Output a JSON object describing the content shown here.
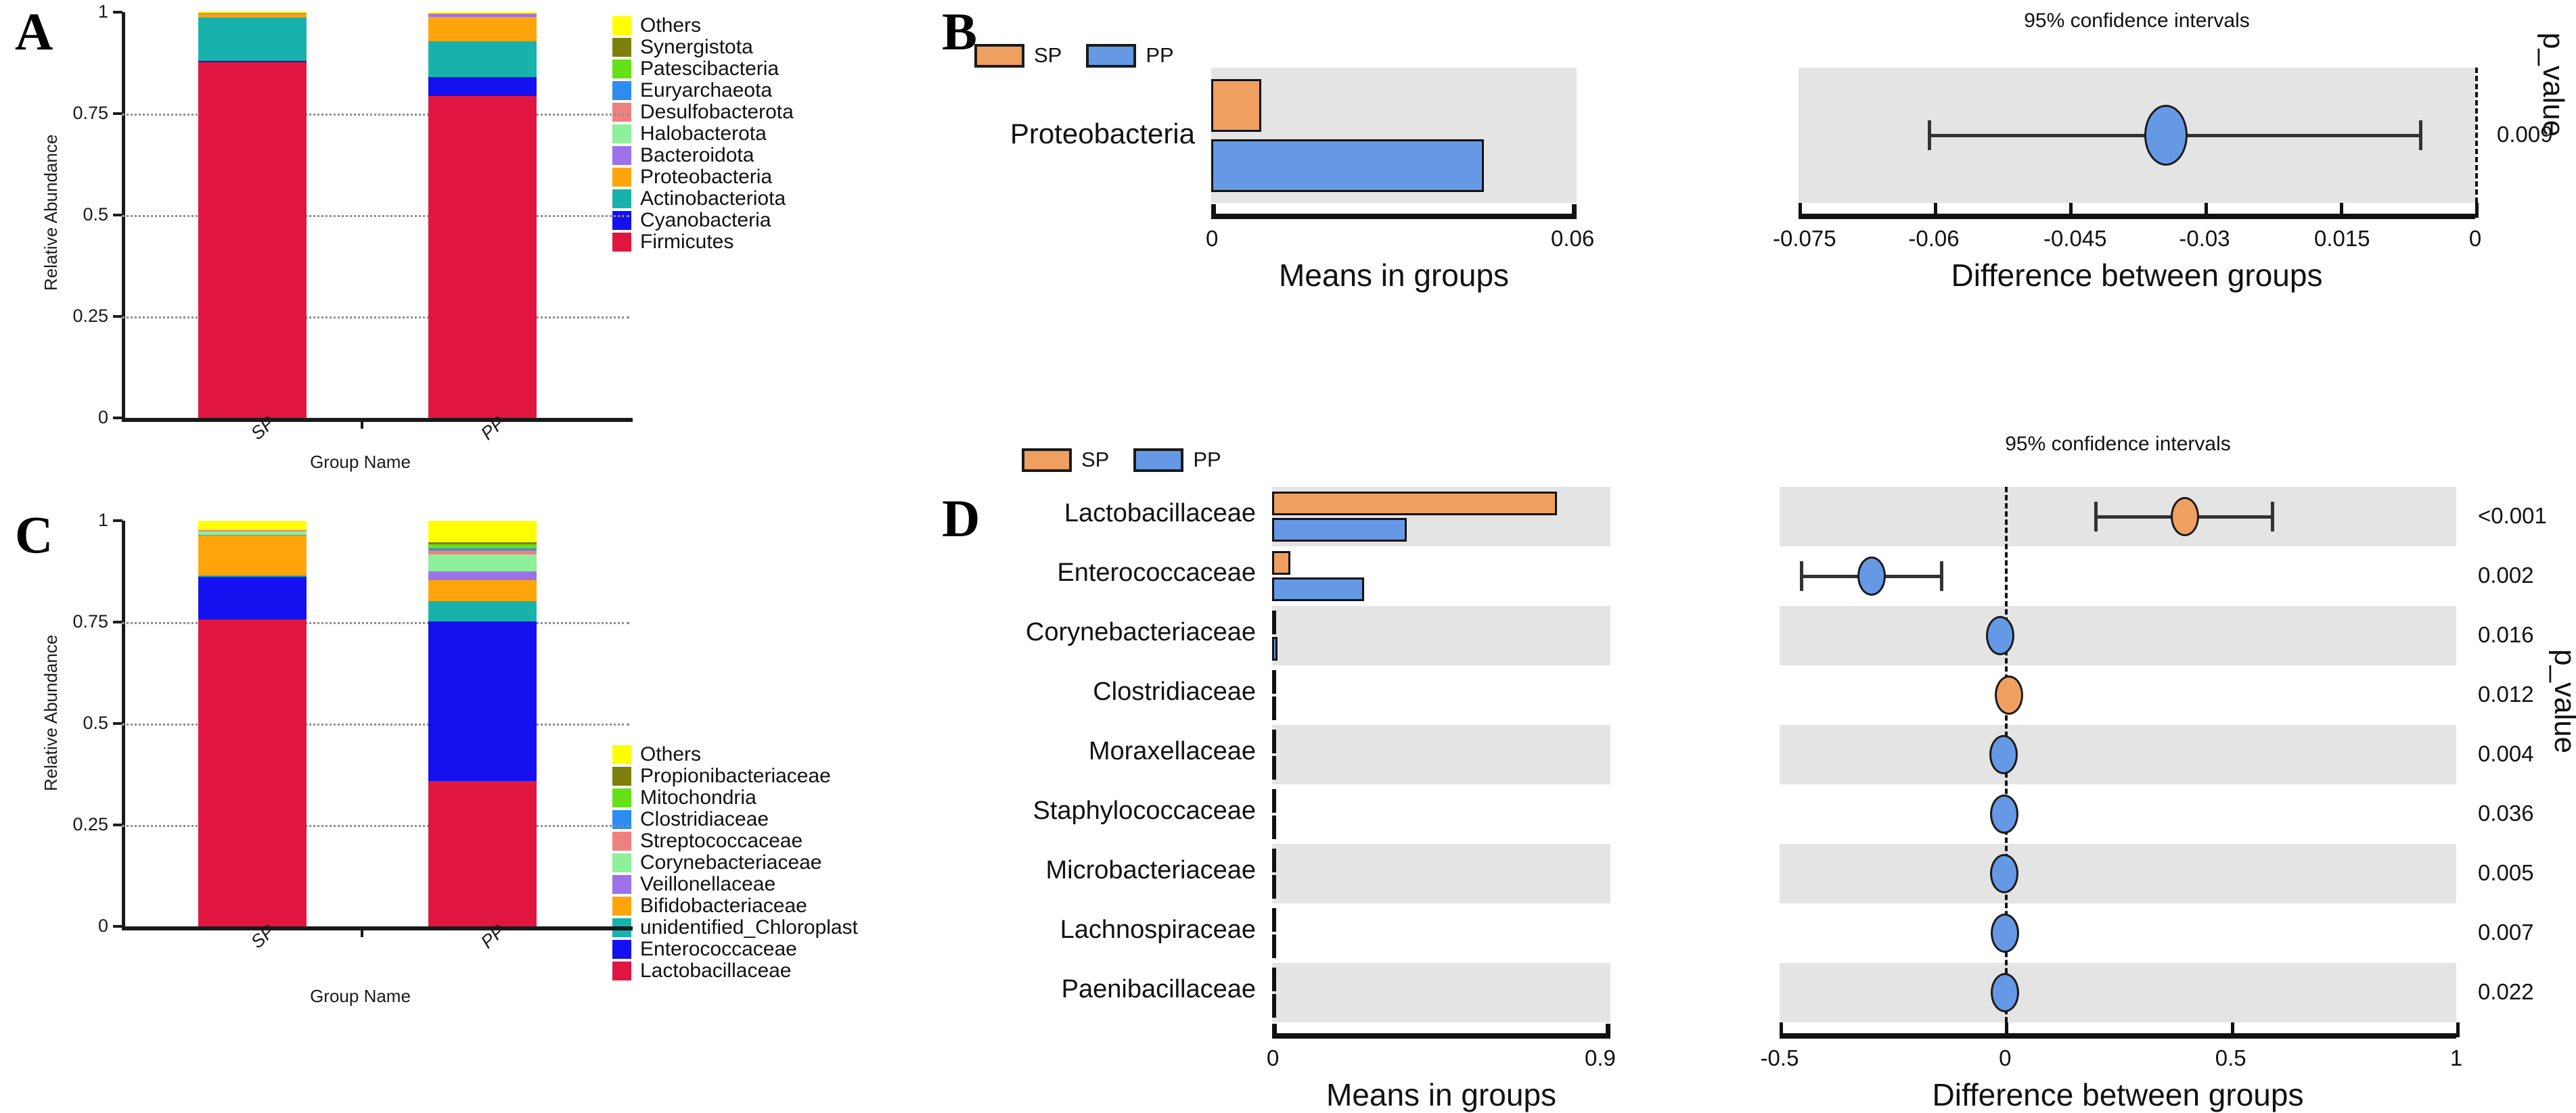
{
  "figure": {
    "panels": [
      "A",
      "B",
      "C",
      "D"
    ],
    "group_colors": {
      "SP": "#efa061",
      "PP": "#6699e5"
    }
  },
  "panelA": {
    "letter": "A",
    "ylabel": "Relative Abundance",
    "xlabel": "Group Name",
    "y_ticks": [
      "1",
      "0.75",
      "0.5",
      "0.25",
      "0"
    ],
    "y_tick_values": [
      1,
      0.75,
      0.5,
      0.25,
      0
    ],
    "groups": [
      "SP",
      "PP"
    ],
    "legend": [
      {
        "label": "Others",
        "color": "#ffff00"
      },
      {
        "label": "Synergistota",
        "color": "#7f7f0c"
      },
      {
        "label": "Patescibacteria",
        "color": "#66e018"
      },
      {
        "label": "Euryarchaeota",
        "color": "#2d8cf0"
      },
      {
        "label": "Desulfobacterota",
        "color": "#ef8080"
      },
      {
        "label": "Halobacterota",
        "color": "#8ef09a"
      },
      {
        "label": "Bacteroidota",
        "color": "#9b72e8"
      },
      {
        "label": "Proteobacteria",
        "color": "#ffa50b"
      },
      {
        "label": "Actinobacteriota",
        "color": "#18b2ad"
      },
      {
        "label": "Cyanobacteria",
        "color": "#1510f0"
      },
      {
        "label": "Firmicutes",
        "color": "#e01640"
      }
    ],
    "chart_data": {
      "type": "bar",
      "title": "",
      "xlabel": "Group Name",
      "ylabel": "Relative Abundance",
      "ylim": [
        0,
        1
      ],
      "grid": true,
      "stacked": true,
      "categories": [
        "SP",
        "PP"
      ],
      "series": [
        {
          "name": "Firmicutes",
          "color": "#e01640",
          "values": [
            0.876,
            0.793
          ]
        },
        {
          "name": "Cyanobacteria",
          "color": "#1510f0",
          "values": [
            0.004,
            0.047
          ]
        },
        {
          "name": "Actinobacteriota",
          "color": "#18b2ad",
          "values": [
            0.107,
            0.089
          ]
        },
        {
          "name": "Proteobacteria",
          "color": "#ffa50b",
          "values": [
            0.008,
            0.059
          ]
        },
        {
          "name": "Bacteroidota",
          "color": "#9b72e8",
          "values": [
            0.001,
            0.007
          ]
        },
        {
          "name": "Halobacterota",
          "color": "#8ef09a",
          "values": [
            0.0005,
            0.0005
          ]
        },
        {
          "name": "Desulfobacterota",
          "color": "#ef8080",
          "values": [
            0.0005,
            0.0005
          ]
        },
        {
          "name": "Euryarchaeota",
          "color": "#2d8cf0",
          "values": [
            0.0005,
            0.0005
          ]
        },
        {
          "name": "Patescibacteria",
          "color": "#66e018",
          "values": [
            0.0005,
            0.0005
          ]
        },
        {
          "name": "Synergistota",
          "color": "#7f7f0c",
          "values": [
            0.0005,
            0.0005
          ]
        },
        {
          "name": "Others",
          "color": "#ffff00",
          "values": [
            0.002,
            0.003
          ]
        }
      ]
    }
  },
  "panelB": {
    "letter": "B",
    "legend": [
      {
        "label": "SP",
        "color": "#efa061"
      },
      {
        "label": "PP",
        "color": "#6699e5"
      }
    ],
    "left_axis_title": "Means in groups",
    "left_ticks": [
      "0",
      "0.06"
    ],
    "right_title": "95% confidence intervals",
    "right_axis_title": "Difference between groups",
    "right_ticks": [
      "-0.075",
      "-0.06",
      "-0.045",
      "-0.03",
      "0.015",
      "0"
    ],
    "pvalue_title": "p_value",
    "chart_data": {
      "type": "bar",
      "title": "",
      "xlabel": "Means in groups",
      "categories": [
        "Proteobacteria"
      ],
      "xlim": [
        0,
        0.06
      ],
      "series": [
        {
          "name": "SP",
          "color": "#efa061",
          "values": [
            0.0082
          ]
        },
        {
          "name": "PP",
          "color": "#6699e5",
          "values": [
            0.0448
          ]
        }
      ],
      "ci": {
        "xlabel": "Difference between groups",
        "title": "95% confidence intervals",
        "xlim": [
          -0.075,
          0
        ],
        "xticks": [
          -0.075,
          -0.06,
          -0.045,
          -0.03,
          -0.015,
          0
        ],
        "xticklabels": [
          "-0.075",
          "-0.06",
          "-0.045",
          "-0.03",
          "0.015",
          "0"
        ],
        "rows": [
          {
            "taxon": "Proteobacteria",
            "effect": -0.0343,
            "low": -0.0607,
            "high": -0.0062,
            "color": "#6699e5",
            "p_value": "0.009"
          }
        ]
      }
    }
  },
  "panelC": {
    "letter": "C",
    "ylabel": "Relative Abundance",
    "xlabel": "Group Name",
    "y_ticks": [
      "1",
      "0.75",
      "0.5",
      "0.25",
      "0"
    ],
    "groups": [
      "SP",
      "PP"
    ],
    "legend": [
      {
        "label": "Others",
        "color": "#ffff00"
      },
      {
        "label": "Propionibacteriaceae",
        "color": "#7f7f0c"
      },
      {
        "label": "Mitochondria",
        "color": "#66e018"
      },
      {
        "label": "Clostridiaceae",
        "color": "#2d8cf0"
      },
      {
        "label": "Streptococcaceae",
        "color": "#ef8080"
      },
      {
        "label": "Corynebacteriaceae",
        "color": "#8ef09a"
      },
      {
        "label": "Veillonellaceae",
        "color": "#9b72e8"
      },
      {
        "label": "Bifidobacteriaceae",
        "color": "#ffa50b"
      },
      {
        "label": "unidentified_Chloroplast",
        "color": "#18b2ad"
      },
      {
        "label": "Enterococcaceae",
        "color": "#1510f0"
      },
      {
        "label": "Lactobacillaceae",
        "color": "#e01640"
      }
    ],
    "chart_data": {
      "type": "bar",
      "title": "",
      "xlabel": "Group Name",
      "ylabel": "Relative Abundance",
      "ylim": [
        0,
        1
      ],
      "grid": true,
      "stacked": true,
      "categories": [
        "SP",
        "PP"
      ],
      "series": [
        {
          "name": "Lactobacillaceae",
          "color": "#e01640",
          "values": [
            0.757,
            0.358
          ]
        },
        {
          "name": "Enterococcaceae",
          "color": "#1510f0",
          "values": [
            0.105,
            0.394
          ]
        },
        {
          "name": "unidentified_Chloroplast",
          "color": "#18b2ad",
          "values": [
            0.003,
            0.049
          ]
        },
        {
          "name": "Bifidobacteriaceae",
          "color": "#ffa50b",
          "values": [
            0.098,
            0.053
          ]
        },
        {
          "name": "Veillonellaceae",
          "color": "#9b72e8",
          "values": [
            0.002,
            0.021
          ]
        },
        {
          "name": "Corynebacteriaceae",
          "color": "#8ef09a",
          "values": [
            0.009,
            0.041
          ]
        },
        {
          "name": "Streptococcaceae",
          "color": "#ef8080",
          "values": [
            0.002,
            0.011
          ]
        },
        {
          "name": "Clostridiaceae",
          "color": "#2d8cf0",
          "values": [
            0.0,
            0.005
          ]
        },
        {
          "name": "Mitochondria",
          "color": "#66e018",
          "values": [
            0.0,
            0.009
          ]
        },
        {
          "name": "Propionibacteriaceae",
          "color": "#7f7f0c",
          "values": [
            0.0,
            0.006
          ]
        },
        {
          "name": "Others",
          "color": "#ffff00",
          "values": [
            0.024,
            0.053
          ]
        }
      ]
    }
  },
  "panelD": {
    "letter": "D",
    "legend": [
      {
        "label": "SP",
        "color": "#efa061"
      },
      {
        "label": "PP",
        "color": "#6699e5"
      }
    ],
    "left_axis_title": "Means in groups",
    "left_ticks": [
      "0",
      "0.9"
    ],
    "right_title": "95% confidence intervals",
    "right_axis_title": "Difference between groups",
    "right_ticks": [
      "-0.5",
      "0",
      "0.5",
      "1"
    ],
    "pvalue_title": "p_value",
    "chart_data": {
      "type": "bar",
      "title": "",
      "xlabel": "Means in groups",
      "xlim": [
        0,
        0.9
      ],
      "categories": [
        "Lactobacillaceae",
        "Enterococcaceae",
        "Corynebacteriaceae",
        "Clostridiaceae",
        "Moraxellaceae",
        "Staphylococcaceae",
        "Microbacteriaceae",
        "Lachnospiraceae",
        "Paenibacillaceae"
      ],
      "series": [
        {
          "name": "SP",
          "color": "#efa061",
          "values": [
            0.757,
            0.049,
            0.0035,
            0.01,
            0.0018,
            0.0009,
            0.0007,
            0.0006,
            0.0005
          ]
        },
        {
          "name": "PP",
          "color": "#6699e5",
          "values": [
            0.358,
            0.245,
            0.0148,
            0.0006,
            0.006,
            0.0022,
            0.0024,
            0.0018,
            0.0014
          ]
        }
      ],
      "ci": {
        "xlabel": "Difference between groups",
        "title": "95% confidence intervals",
        "xlim": [
          -0.5,
          1.0
        ],
        "xticks": [
          -0.5,
          0,
          0.5,
          1
        ],
        "xticklabels": [
          "-0.5",
          "0",
          "0.5",
          "1"
        ],
        "rows": [
          {
            "taxon": "Lactobacillaceae",
            "effect": 0.399,
            "low": 0.198,
            "high": 0.589,
            "color": "#efa061",
            "p_value": "<0.001"
          },
          {
            "taxon": "Enterococcaceae",
            "effect": -0.296,
            "low": -0.455,
            "high": -0.145,
            "color": "#6699e5",
            "p_value": "0.002"
          },
          {
            "taxon": "Corynebacteriaceae",
            "effect": -0.011,
            "low": -0.021,
            "high": -0.002,
            "color": "#6699e5",
            "p_value": "0.016"
          },
          {
            "taxon": "Clostridiaceae",
            "effect": 0.009,
            "low": 0.002,
            "high": 0.017,
            "color": "#efa061",
            "p_value": "0.012"
          },
          {
            "taxon": "Moraxellaceae",
            "effect": -0.004,
            "low": -0.008,
            "high": -0.001,
            "color": "#6699e5",
            "p_value": "0.004"
          },
          {
            "taxon": "Staphylococcaceae",
            "effect": -0.0013,
            "low": -0.003,
            "high": -0.0002,
            "color": "#6699e5",
            "p_value": "0.036"
          },
          {
            "taxon": "Microbacteriaceae",
            "effect": -0.0017,
            "low": -0.003,
            "high": -0.0005,
            "color": "#6699e5",
            "p_value": "0.005"
          },
          {
            "taxon": "Lachnospiraceae",
            "effect": -0.0012,
            "low": -0.002,
            "high": -0.0004,
            "color": "#6699e5",
            "p_value": "0.007"
          },
          {
            "taxon": "Paenibacillaceae",
            "effect": -0.0009,
            "low": -0.002,
            "high": -0.0002,
            "color": "#6699e5",
            "p_value": "0.022"
          }
        ]
      }
    }
  }
}
